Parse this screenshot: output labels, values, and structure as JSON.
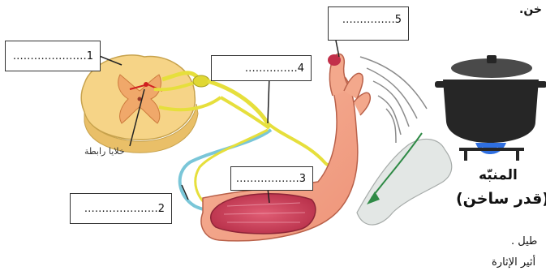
{
  "labels": [
    {
      "num": "1",
      "text": "…………………1"
    },
    {
      "num": "2",
      "text": "…………………2"
    },
    {
      "num": "3",
      "text": "………………3"
    },
    {
      "num": "4",
      "text": "……………4"
    },
    {
      "num": "5",
      "text": "……………5"
    }
  ],
  "spinal_label": "خلايا رابطة",
  "stimulus_title": "المنبّه",
  "stimulus_subtitle": "(قدر ساخن)",
  "top_right_text": "خن.",
  "bottom_right_line1": "طيل .",
  "bottom_right_line2": "أثير الإثارة",
  "colors": {
    "nerve": "#e6df3c",
    "nerve_blue": "#7ac6d8",
    "skin": "#f4a88a",
    "muscle": "#cf3f5a",
    "pot": "#262626",
    "flame": "#2f6fe0",
    "spine": "#f3cf7a"
  }
}
